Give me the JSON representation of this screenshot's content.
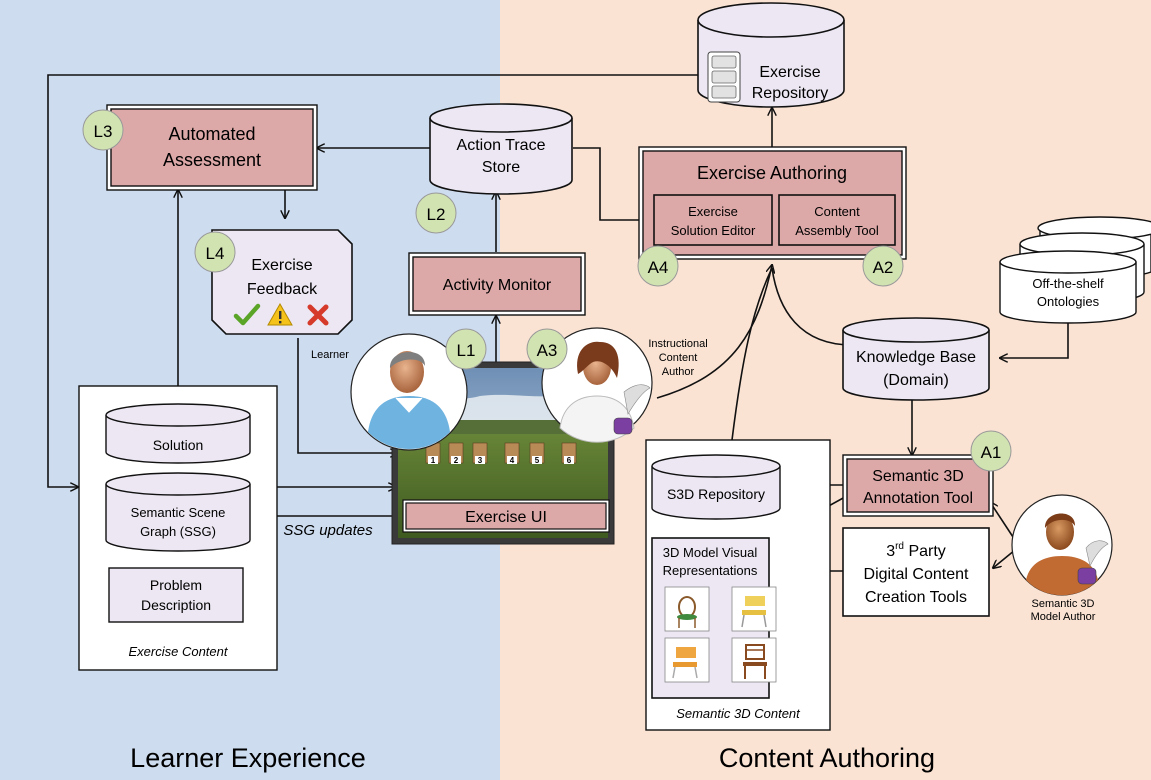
{
  "regions": {
    "learner_experience": "Learner Experience",
    "content_authoring": "Content Authoring"
  },
  "colors": {
    "learner_bg": "#cddcef",
    "authoring_bg": "#fae3d3",
    "process_fill": "#dda9a8",
    "store_fill": "#ece7f2",
    "step_badge": "#d2e3b2"
  },
  "nodes": {
    "exercise_repository": [
      "Exercise",
      "Repository"
    ],
    "automated_assessment": [
      "Automated",
      "Assessment"
    ],
    "action_trace_store": [
      "Action Trace",
      "Store"
    ],
    "exercise_authoring": "Exercise Authoring",
    "exercise_solution_editor": [
      "Exercise",
      "Solution Editor"
    ],
    "content_assembly_tool": [
      "Content",
      "Assembly Tool"
    ],
    "exercise_feedback": [
      "Exercise",
      "Feedback"
    ],
    "activity_monitor": "Activity Monitor",
    "off_the_shelf_ontologies": [
      "Off-the-shelf",
      "Ontologies"
    ],
    "knowledge_base": [
      "Knowledge Base",
      "(Domain)"
    ],
    "solution": "Solution",
    "semantic_scene_graph": [
      "Semantic Scene",
      "Graph (SSG)"
    ],
    "problem_description": [
      "Problem",
      "Description"
    ],
    "exercise_content": "Exercise Content",
    "exercise_ui": "Exercise UI",
    "s3d_repository": "S3D Repository",
    "semantic_3d_annotation_tool": [
      "Semantic 3D",
      "Annotation Tool"
    ],
    "model_visual_representations": [
      "3D Model Visual",
      "Representations"
    ],
    "third_party_tools": {
      "ordinal": "3",
      "ordinal_suffix": "rd",
      "line1_rest": " Party",
      "line2": "Digital Content",
      "line3": "Creation Tools"
    },
    "semantic_3d_content": "Semantic 3D Content"
  },
  "actors": {
    "learner": "Learner",
    "instructional_content_author": [
      "Instructional",
      "Content",
      "Author"
    ],
    "semantic_3d_model_author": [
      "Semantic 3D",
      "Model Author"
    ]
  },
  "edge_labels": {
    "ssg_updates": "SSG updates"
  },
  "badges": {
    "l1": "L1",
    "l2": "L2",
    "l3": "L3",
    "l4": "L4",
    "a1": "A1",
    "a2": "A2",
    "a3": "A3",
    "a4": "A4"
  },
  "screen_markers": [
    "1",
    "2",
    "3",
    "4",
    "5",
    "6"
  ],
  "icons": [
    "check-icon",
    "warning-icon",
    "cross-icon",
    "quill-pen-icon",
    "chair-icon"
  ]
}
